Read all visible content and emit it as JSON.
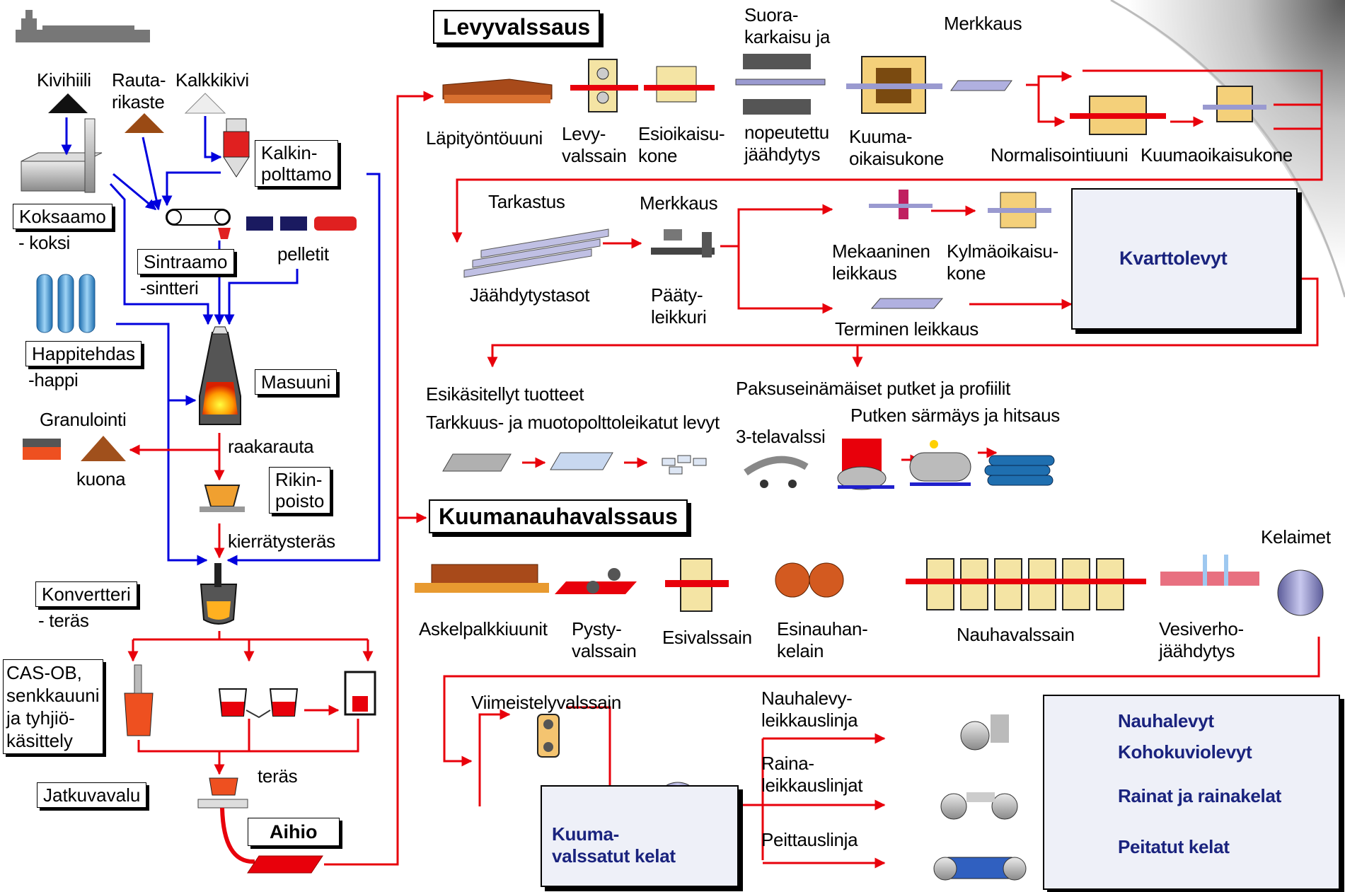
{
  "raw_materials": {
    "coal": "Kivihiili",
    "iron_ore": "Rauta-\nrikaste",
    "limestone": "Kalkkikivi"
  },
  "coke": {
    "box": "Koksaamo",
    "sub": "- koksi"
  },
  "lime": {
    "box": "Kalkin-\npolttamo"
  },
  "sinter": {
    "box": "Sintraamo",
    "sub": "-sintteri"
  },
  "pellets": "pelletit",
  "oxygen": {
    "box": "Happitehdas",
    "sub": "-happi"
  },
  "blast_furnace": "Masuuni",
  "granulation": "Granulointi",
  "slag": "kuona",
  "pig_iron": "raakarauta",
  "desulph": "Rikin-\npoisto",
  "scrap": "kierrätysteräs",
  "converter": {
    "box": "Konvertteri",
    "sub": "- teräs"
  },
  "secondary": "CAS-OB,\nsenkkauuni\nja tyhjiö-\nkäsittely",
  "steel": "teräs",
  "casting": "Jatkuvavalu",
  "slab": "Aihio",
  "plate": {
    "title": "Levyvalssaus",
    "reheat": "Läpityöntöuuni",
    "mill": "Levy-\nvalssain",
    "preleveller": "Esioikaisu-\nkone",
    "dq": "Suora-\nkarkaisu ja",
    "acc": "nopeutettu\njäähdytys",
    "hot_leveller": "Kuuma-\noikaisukone",
    "marking": "Merkkaus",
    "normalizing": "Normalisointiuuni",
    "hot_leveller2": "Kuumaoikaisukone",
    "inspection": "Tarkastus",
    "cooling_beds": "Jäähdytystasot",
    "marking2": "Merkkaus",
    "end_shear": "Pääty-\nleikkuri",
    "mech_cut": "Mekaaninen\nleikkaus",
    "cold_leveller": "Kylmäoikaisu-\nkone",
    "thermal_cut": "Terminen leikkaus",
    "quarto": "Kvarttolevyt"
  },
  "products": {
    "preprocessed": "Esikäsitellyt tuotteet",
    "precision": "Tarkkuus- ja muotopolttoleikatut levyt",
    "heavy_tubes": "Paksuseinämäiset putket ja profiilit",
    "three_roll": "3-telavalssi",
    "pipe_forming": "Putken särmäys ja hitsaus"
  },
  "hot_strip": {
    "title": "Kuumanauhavalssaus",
    "walking_beam": "Askelpalkkiuunit",
    "edger": "Pysty-\nvalssain",
    "roughing": "Esivalssain",
    "coilbox": "Esinauhan-\nkelain",
    "finishing": "Nauhavalssain",
    "coilers": "Kelaimet",
    "water_curtain": "Vesiverho-\njäähdytys",
    "finishing_mill": "Viimeistelyvalssain",
    "hot_coils": "Kuuma-\nvalssatut kelat",
    "strip_sheet": "Nauhalevy-\nleikkauslinja",
    "slitting": "Raina-\nleikkauslinjat",
    "pickling": "Peittauslinja"
  },
  "legend": [
    "Nauhalevyt",
    "Kohokuviolevyt",
    "Rainat ja rainakelat",
    "Peitatut kelat"
  ],
  "colors": {
    "red": "#e8000b",
    "blue": "#0000dd",
    "panel": "#eef0f8",
    "legend_text": "#1a237e"
  }
}
